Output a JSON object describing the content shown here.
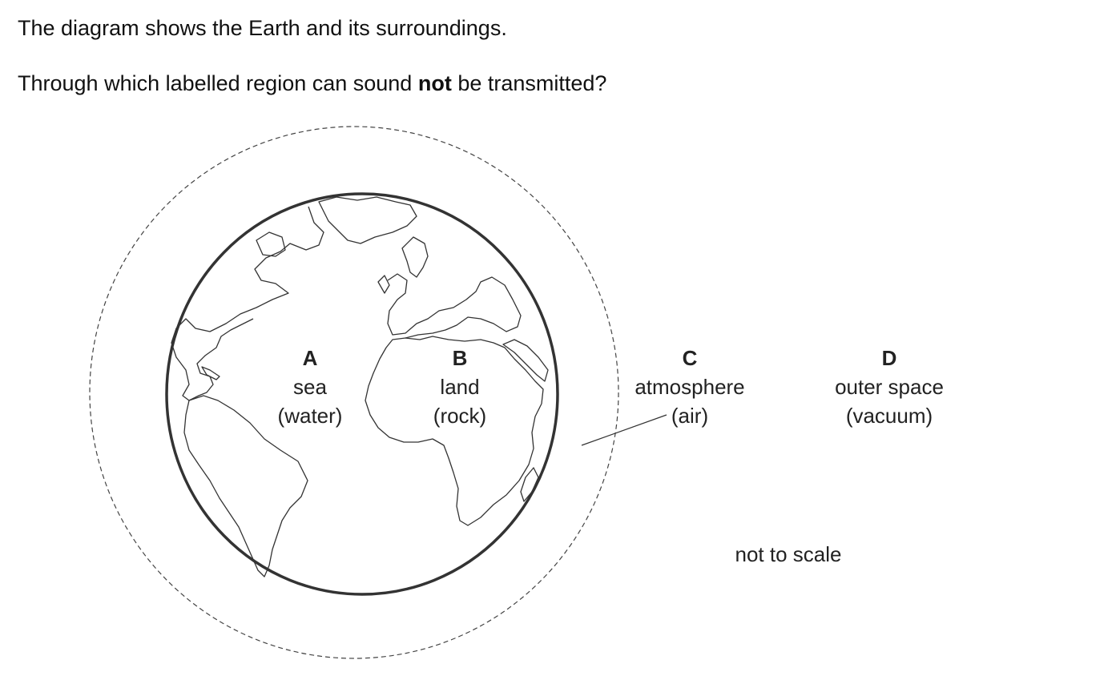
{
  "question": {
    "intro": "The diagram shows the Earth and its surroundings.",
    "line_before": "Through which labelled region can sound ",
    "emphasis": "not",
    "line_after": " be transmitted?"
  },
  "regions": [
    {
      "letter": "A",
      "name": "sea",
      "medium": "(water)"
    },
    {
      "letter": "B",
      "name": "land",
      "medium": "(rock)"
    },
    {
      "letter": "C",
      "name": "atmosphere",
      "medium": "(air)"
    },
    {
      "letter": "D",
      "name": "outer space",
      "medium": "(vacuum)"
    }
  ],
  "note": "not to scale",
  "colors": {
    "ink": "#111111",
    "line": "#333333",
    "background": "#ffffff"
  }
}
